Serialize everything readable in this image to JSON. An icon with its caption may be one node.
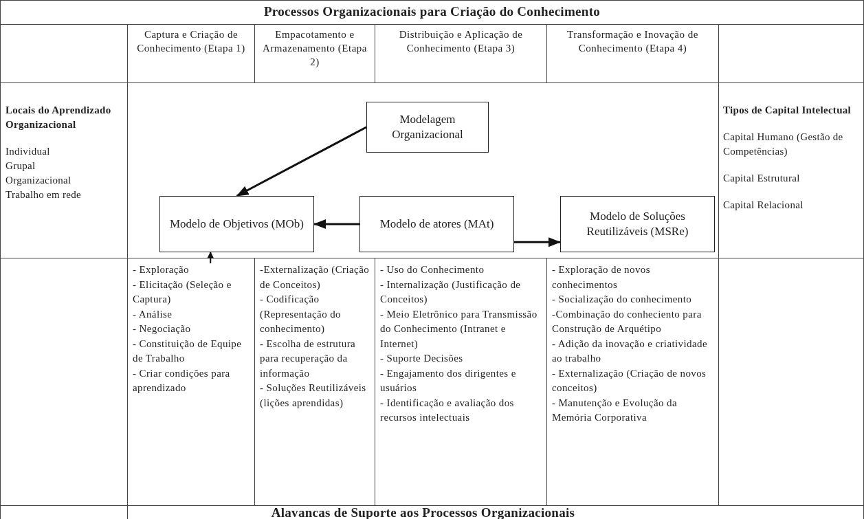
{
  "diagram": {
    "title": "Processos Organizacionais para Criação do Conhecimento",
    "nodes": [
      {
        "text": [
          "Modelagem Organizacional"
        ]
      },
      {
        "text": [
          "Modelo de Objetivos (MOb)"
        ]
      },
      {
        "text": [
          "Modelo de atores (MAt)"
        ]
      },
      {
        "text": [
          "Modelo de Soluções Reutilizáveis (MSRe)"
        ]
      }
    ],
    "edges": [
      {
        "from": 0,
        "to": 1,
        "arrow": "to"
      },
      {
        "from": 2,
        "to": 1,
        "arrow": "to"
      },
      {
        "from": 2,
        "to": 3,
        "arrow": "to"
      },
      {
        "from": null,
        "to": 1,
        "arrow": "to"
      }
    ],
    "labels": [
      "Captura e Criação de Conhecimento (Etapa 1)",
      "Empacotamento e Armazenamento (Etapa 2)",
      "Distribuição e Aplicação de Conhecimento (Etapa 3)",
      "Transformação e Inovação de Conhecimento (Etapa 4)",
      "Locais do Aprendizado Organizacional",
      "Individual",
      "Grupal",
      "Organizacional",
      "Trabalho em rede",
      "Tipos de Capital Intelectual",
      "Capital Humano (Gestão de Competências)",
      "Capital Estrutural",
      "Capital Relacional",
      "- Exploração",
      "- Elicitação (Seleção e Captura)",
      "- Análise",
      "- Negociação",
      "- Constituição de Equipe de Trabalho",
      "- Criar condições para aprendizado",
      "-Externalização (Criação de Conceitos)",
      "- Codificação (Representação do conhecimento)",
      "- Escolha de estrutura para recuperação da informação",
      "- Soluções Reutilizáveis (lições aprendidas)",
      "- Uso do Conhecimento",
      "- Internalização (Justificação de Conceitos)",
      "- Meio Eletrônico para Transmissão do Conhecimento (Intranet e Internet)",
      "- Suporte Decisões",
      "- Engajamento dos dirigentes e usuários",
      "- Identificação e avaliação dos recursos intelectuais",
      "- Exploração de novos conhecimentos",
      "- Socialização do conhecimento",
      "-Combinação do conheciento para Construção de Arquétipo",
      "- Adição da inovação e criatividade ao trabalho",
      "- Externalização (Criação de novos conceitos)",
      "- Manutenção e Evolução da Memória Corporativa",
      "Alavancas de Suporte aos Processos Organizacionais"
    ]
  }
}
